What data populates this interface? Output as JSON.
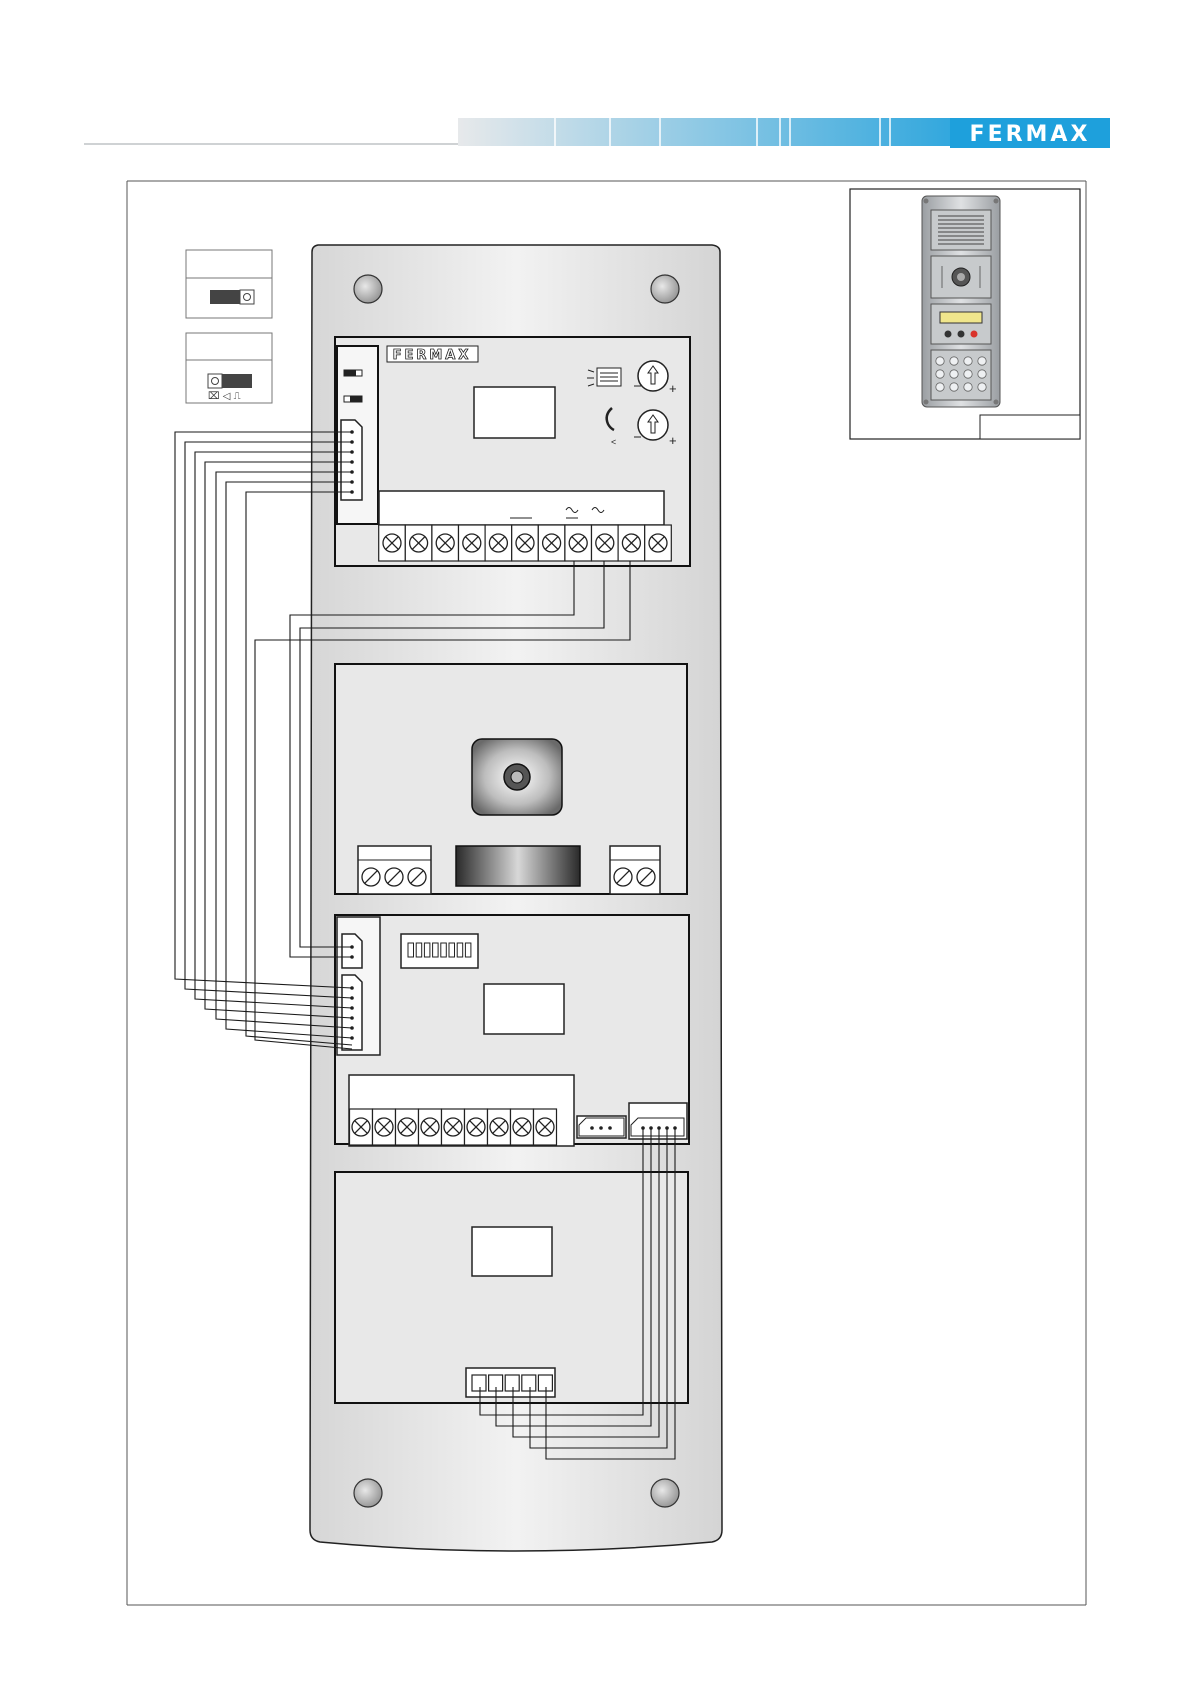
{
  "header": {
    "brand": "FERMAX",
    "brand_color": "#1ea0dc",
    "band_gradient_start": "#e6e8ea",
    "band_gradient_end": "#1ea0dc"
  },
  "diagram": {
    "amplifier_brand": "FERMAX",
    "amplifier_terminal_count": 11,
    "camera_left_terminal_count": 3,
    "camera_right_terminal_count": 2,
    "keypad_terminal_count": 9,
    "keypad_dip_switch_count": 8,
    "display_terminal_count": 5,
    "line_color": "#1a1a1a",
    "plate_fill": "#e3e3e3"
  },
  "inset": {
    "description_icons": [
      "speaker-grille-icon",
      "camera-lens-icon",
      "lcd-display-icon",
      "keypad-icon"
    ]
  }
}
